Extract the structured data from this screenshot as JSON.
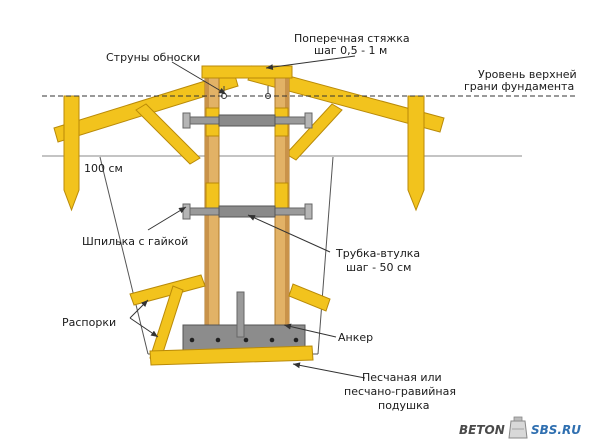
{
  "labels": {
    "cross_tie_1": "Поперечная стяжка",
    "cross_tie_2": "шаг 0,5 - 1 м",
    "strings": "Струны обноски",
    "level_1": "Уровень верхней",
    "level_2": "грани фундамента",
    "depth": "100 см",
    "stud": "Шпилька с гайкой",
    "tube_1": "Трубка-втулка",
    "tube_2": "шаг - 50 см",
    "struts": "Распорки",
    "anchor": "Анкер",
    "cushion_1": "Песчаная или",
    "cushion_2": "песчано-гравийная",
    "cushion_3": "подушка"
  },
  "logo": {
    "left": "BETON",
    "right": "SBS.RU"
  },
  "colors": {
    "wood": "#f2c31d",
    "wood_edge": "#b98a08",
    "post_wood": "#e2b266",
    "metal": "#9a9a9a",
    "base": "#8c8c8c",
    "line": "#444444"
  }
}
